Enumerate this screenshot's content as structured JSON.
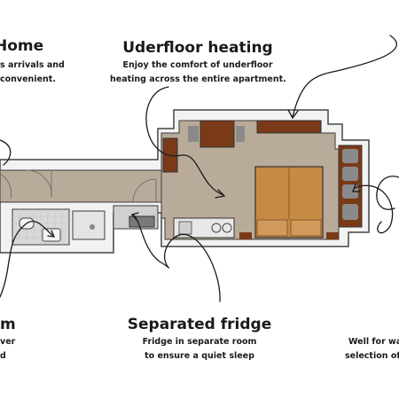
{
  "callouts": {
    "home": {
      "title": "Home",
      "line1": "s arrivals and",
      "line2": "convenient."
    },
    "heating": {
      "title": "Uderfloor heating",
      "line1": "Enjoy the comfort of underfloor",
      "line2": "heating across the entire apartment."
    },
    "bathroom": {
      "title": "m",
      "line1": "ver",
      "line2": "d"
    },
    "fridge": {
      "title": "Separated fridge",
      "line1": "Fridge in separate room",
      "line2": "to ensure a quiet sleep"
    },
    "wardrobe": {
      "line1": "Well for wa",
      "line2": "selection of"
    }
  },
  "colors": {
    "wall": "#ffffff",
    "wall_outline": "#333333",
    "floor": "#b9ab99",
    "floor_light": "#c8bdaf",
    "tile": "#d7d7d7",
    "wood": "#7a3a18",
    "bed": "#c68a45",
    "chair": "#8a8a8a",
    "arrow": "#1a1a1a"
  }
}
